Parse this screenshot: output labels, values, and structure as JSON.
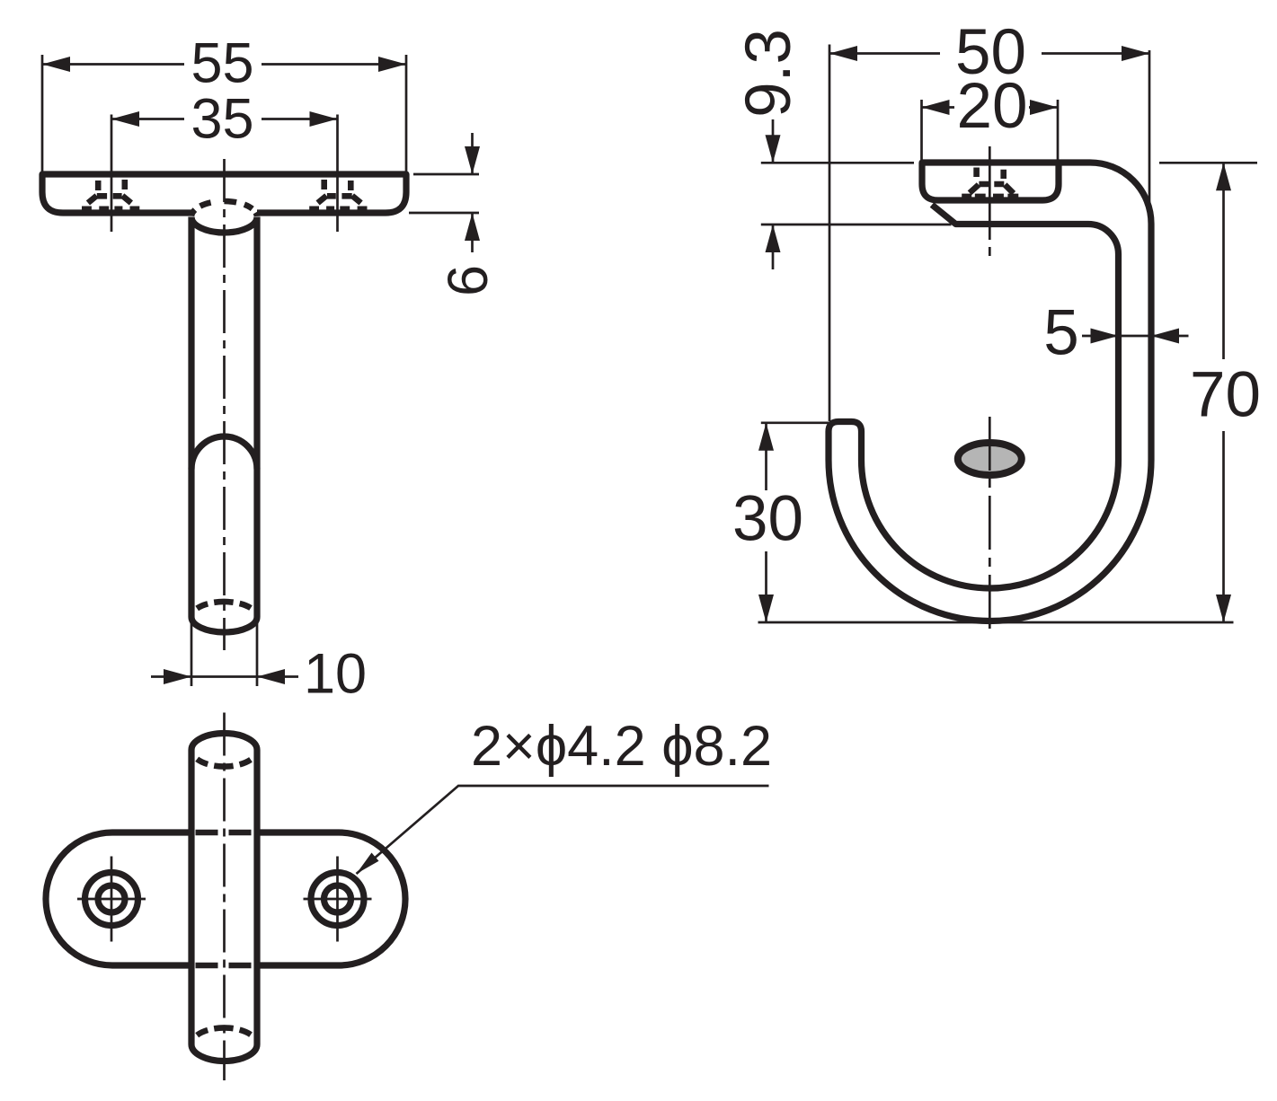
{
  "drawing": {
    "type": "technical-dimension-drawing",
    "subject": "ceiling-mount hook bracket, three orthographic views",
    "background": "#ffffff",
    "line_color": "#231f20",
    "hole_fill_color": "#b5b5b5",
    "views": {
      "front": {
        "label": "front view (plate with hanging pin)",
        "dims": {
          "overall_width": "55",
          "hole_spacing": "35",
          "plate_thickness": "6",
          "pin_diameter": "10"
        }
      },
      "bottom": {
        "label": "bottom view (mounting plate with two screw holes)",
        "hole_note": "2×ϕ4.2 ϕ8.2"
      },
      "side": {
        "label": "side view (J-hook profile)",
        "dims": {
          "overall_width": "50",
          "plate_width": "20",
          "underside_offset": "9.3",
          "hook_thickness": "5",
          "overall_height": "70",
          "hook_opening_depth": "30"
        }
      }
    }
  }
}
